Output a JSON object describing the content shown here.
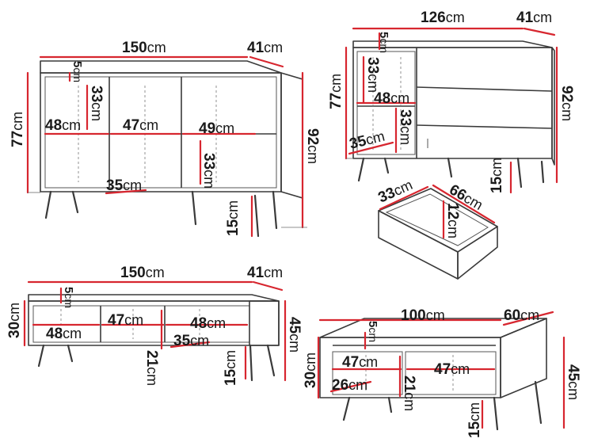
{
  "unit": "cm",
  "colors": {
    "dimension_line": "#d7262f",
    "furniture_outline": "#3a3a3a",
    "text": "#1a1a1a"
  },
  "sideboard_large": {
    "width": "150",
    "depth": "41",
    "height_body": "77",
    "height_total": "92",
    "top_panel": "5",
    "shelf_height": "33",
    "shelf_height_right": "33",
    "compartment_left": "48",
    "compartment_mid": "47",
    "compartment_right": "49",
    "inner_depth": "35",
    "leg_height": "15"
  },
  "sideboard_small": {
    "width": "126",
    "depth": "41",
    "height_body": "77",
    "height_total": "92",
    "top_panel": "5",
    "shelf_height": "33",
    "compartment_width": "48",
    "shelf_height_lower": "33",
    "inner_depth": "35",
    "leg_height": "15"
  },
  "drawer": {
    "depth": "33",
    "width": "66",
    "height": "12"
  },
  "tv_stand_large": {
    "width": "150",
    "depth": "41",
    "height_body": "30",
    "height_total": "45",
    "top_panel": "5",
    "compartment_left": "48",
    "compartment_mid": "47",
    "compartment_right": "48",
    "inner_depth": "35",
    "inner_height": "21",
    "leg_height": "15"
  },
  "tv_stand_small": {
    "width": "100",
    "depth": "60",
    "height_body": "30",
    "height_total": "45",
    "top_panel": "5",
    "compartment_left": "47",
    "compartment_right": "47",
    "inner_depth": "26",
    "inner_height": "21",
    "leg_height": "15"
  }
}
